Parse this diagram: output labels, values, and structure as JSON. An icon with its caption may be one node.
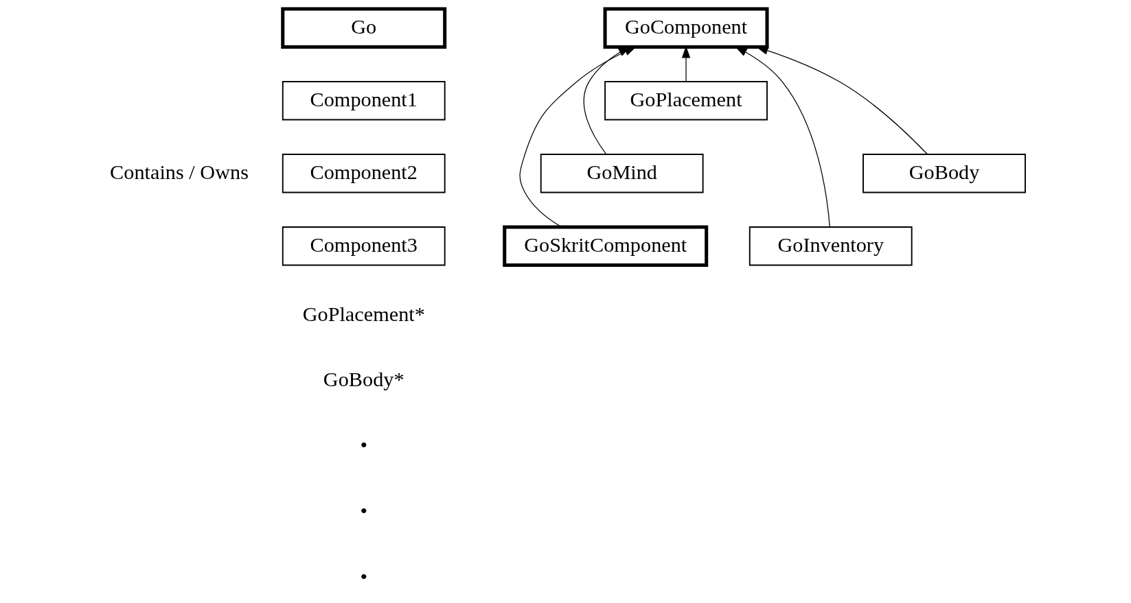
{
  "diagram": {
    "nodes": [
      {
        "text": [
          "Go"
        ]
      },
      {
        "text": [
          "Component1"
        ]
      },
      {
        "text": [
          "Component2"
        ]
      },
      {
        "text": [
          "Component3"
        ]
      },
      {
        "text": [
          "GoComponent"
        ]
      },
      {
        "text": [
          "GoPlacement"
        ]
      },
      {
        "text": [
          "GoBody"
        ]
      },
      {
        "text": [
          "GoMind"
        ]
      },
      {
        "text": [
          "GoInventory"
        ]
      },
      {
        "text": [
          "GoSkritComponent"
        ]
      }
    ],
    "edges": [
      {
        "from": 5,
        "to": 4,
        "arrow": "to"
      },
      {
        "from": 7,
        "to": 4,
        "arrow": "to"
      },
      {
        "from": 9,
        "to": 4,
        "arrow": "to"
      },
      {
        "from": 8,
        "to": 4,
        "arrow": "to"
      },
      {
        "from": 6,
        "to": 4,
        "arrow": "to"
      }
    ],
    "labels": [
      "Contains / Owns",
      "GoPlacement*",
      "GoBody*",
      "•",
      "•",
      "•"
    ]
  }
}
